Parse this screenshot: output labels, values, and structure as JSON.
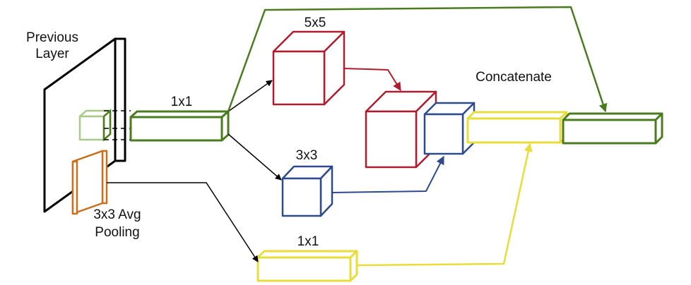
{
  "labels": {
    "previous_layer_line1": "Previous",
    "previous_layer_line2": "Layer",
    "avg_pool_line1": "3x3 Avg",
    "avg_pool_line2": "Pooling",
    "conv_1x1_top": "1x1",
    "conv_5x5": "5x5",
    "conv_3x3": "3x3",
    "conv_1x1_bottom": "1x1",
    "concatenate": "Concatenate"
  },
  "colors": {
    "green": "#4a7c1f",
    "light_green": "#a7c98a",
    "red": "#b01c2e",
    "blue": "#2e4a8f",
    "yellow": "#e8dd3a",
    "orange": "#c8701e",
    "black": "#000000"
  }
}
